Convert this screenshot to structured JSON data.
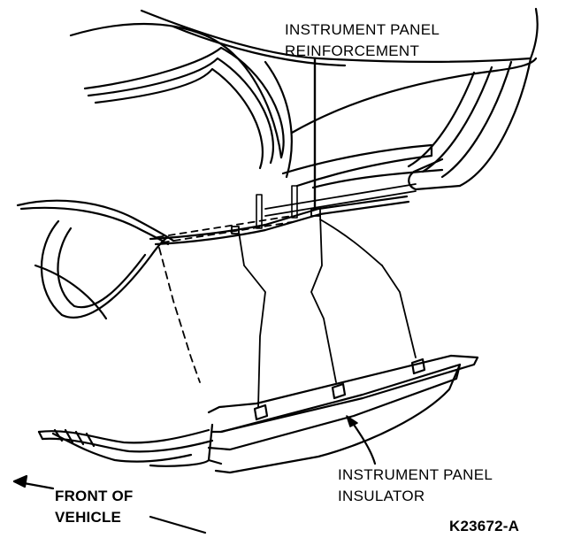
{
  "labels": {
    "reinforcement_line1": "INSTRUMENT PANEL",
    "reinforcement_line2": "REINFORCEMENT",
    "insulator_line1": "INSTRUMENT PANEL",
    "insulator_line2": "INSULATOR",
    "front_line1": "FRONT OF",
    "front_line2": "VEHICLE",
    "figure_code": "K23672-A"
  },
  "colors": {
    "ink": "#000000",
    "paper": "#ffffff"
  }
}
